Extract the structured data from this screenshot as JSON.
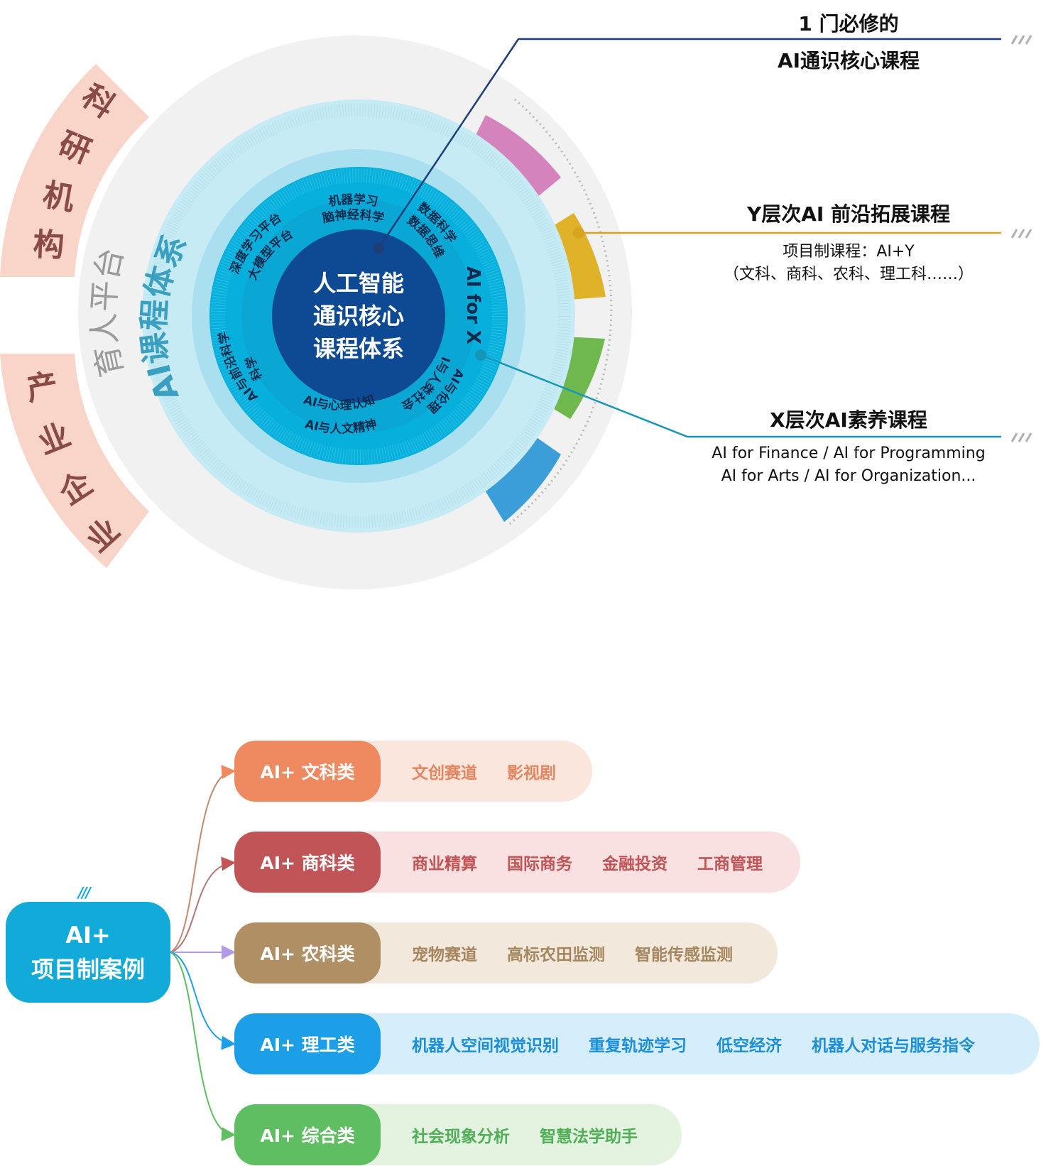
{
  "center": {
    "lines": [
      "人工智能",
      "通识核心",
      "课程体系"
    ]
  },
  "ring_labels": {
    "ml": [
      "机器学习",
      "脑神经科学"
    ],
    "ds": [
      "数据科学",
      "数据思维"
    ],
    "dl": [
      "深度学习平台",
      "大模型平台"
    ],
    "frontier": [
      "AI与前沿科学",
      "科学"
    ],
    "psych": [
      "AI与心理认知",
      "AI与人文精神"
    ],
    "ethics": [
      "AI与伦理",
      "AI与人类社会"
    ],
    "aix": "AI for X",
    "system": "AI课程体系",
    "platform": "育人平台",
    "research": "科研机构",
    "industry": "产业企业"
  },
  "callouts": {
    "core": {
      "line1": "1 门必修的",
      "line2": "AI通识核心课程",
      "color": "#1c3f7a"
    },
    "y": {
      "title": "Y层次AI 前沿拓展课程",
      "line1": "项目制课程：AI+Y",
      "line2": "（文科、商科、农科、理工科……）",
      "color": "#d9a520"
    },
    "x": {
      "title": "X层次AI素养课程",
      "line1": "AI for Finance / AI for Programming",
      "line2": "AI for Arts / AI for Organization...",
      "color": "#1596b8"
    }
  },
  "colors": {
    "pink": "#d583bd",
    "yellow": "#dfb22a",
    "green": "#6fb84d",
    "blue": "#3b9ed8",
    "navy": "#0e4a94",
    "cyan": "#07b0dc",
    "peach": "#f9d4c9",
    "peach_text": "#8a4a45"
  },
  "project": {
    "root_line1": "AI+",
    "root_line2": "项目制案例",
    "slashes": "///",
    "branches": [
      {
        "label": "AI+ 文科类",
        "color": "#ee8960",
        "bg": "#fbe6dd",
        "text": "#e58660",
        "items": [
          "文创赛道",
          "影视剧"
        ]
      },
      {
        "label": "AI+ 商科类",
        "color": "#c05456",
        "bg": "#f8e1e0",
        "text": "#c05456",
        "items": [
          "商业精算",
          "国际商务",
          "金融投资",
          "工商管理"
        ]
      },
      {
        "label": "AI+ 农科类",
        "color": "#b18f65",
        "bg": "#f2e8dc",
        "text": "#a6865f",
        "items": [
          "宠物赛道",
          "高标农田监测",
          "智能传感监测"
        ]
      },
      {
        "label": "AI+ 理工类",
        "color": "#1c9fe6",
        "bg": "#d6eefc",
        "text": "#1c8ed8",
        "items": [
          "机器人空间视觉识别",
          "重复轨迹学习",
          "低空经济",
          "机器人对话与服务指令"
        ]
      },
      {
        "label": "AI+ 综合类",
        "color": "#5fbe62",
        "bg": "#e3f3df",
        "text": "#4fae57",
        "items": [
          "社会现象分析",
          "智慧法学助手"
        ]
      }
    ]
  }
}
